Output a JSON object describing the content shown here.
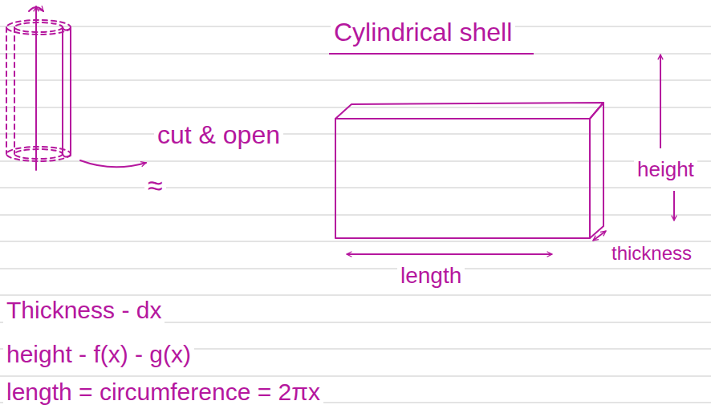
{
  "diagram": {
    "labels": [
      "Cylindrical shell",
      "cut & open",
      "≈",
      "height",
      "length",
      "thickness",
      "Thickness - dx",
      "height - f(x) - g(x)",
      "length = circumference = 2πx"
    ]
  }
}
